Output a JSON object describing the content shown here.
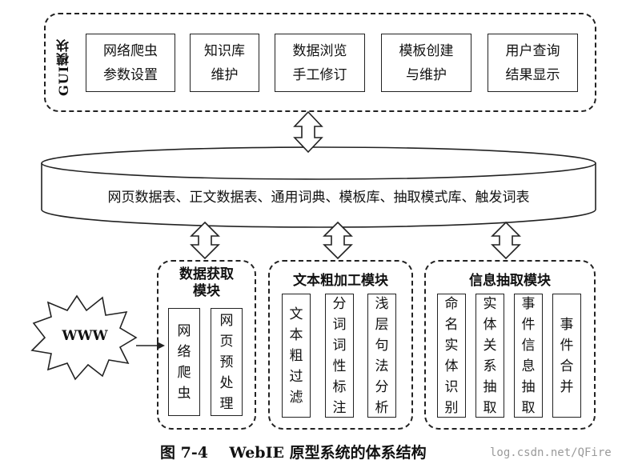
{
  "gui": {
    "title": "GUI模块",
    "boxes": [
      "网络爬虫\n参数设置",
      "知识库\n维护",
      "数据浏览\n手工修订",
      "模板创建\n与维护",
      "用户查询\n结果显示"
    ]
  },
  "database": {
    "label": "网页数据表、正文数据表、通用词典、模板库、抽取模式库、触发词表"
  },
  "modules": [
    {
      "title": "数据获取\n模块",
      "boxes": [
        "网络爬虫",
        "网页预处理"
      ]
    },
    {
      "title": "文本粗加工模块",
      "boxes": [
        "文本粗过滤",
        "分词词性标注",
        "浅层句法分析"
      ]
    },
    {
      "title": "信息抽取模块",
      "boxes": [
        "命名实体识别",
        "实体关系抽取",
        "事件信息抽取",
        "事件合并"
      ]
    }
  ],
  "www": {
    "label": "WWW"
  },
  "caption": {
    "figure": "图 7-4",
    "text": "WebIE 原型系统的体系结构"
  },
  "watermark": "log.csdn.net/QFire"
}
